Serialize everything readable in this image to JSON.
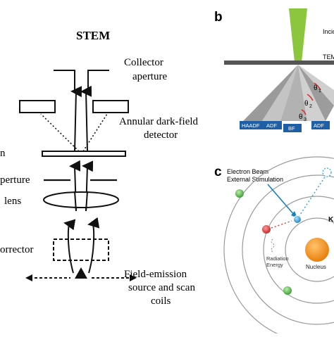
{
  "panel_a": {
    "title": "STEM",
    "labels": {
      "collector": [
        "Collector",
        "aperture"
      ],
      "adf": [
        "Annular dark-field",
        "detector"
      ],
      "left_specimen": "n",
      "left_aperture": "perture",
      "left_lens": "lens",
      "left_corrector": "orrector",
      "source": [
        "Field-emission",
        "source and scan",
        "coils"
      ]
    }
  },
  "panel_b": {
    "letter": "b",
    "incident_text": "Incid",
    "tem_text": "TEM",
    "detectors": {
      "haadf": "HAADF",
      "adf_left": "ADF",
      "bf": "BF",
      "adf_right": "ADF"
    },
    "angles": {
      "theta1": "θ",
      "theta1_sub": "1",
      "theta2": "θ",
      "theta2_sub": "2",
      "theta3": "θ",
      "theta3_sub": "3"
    },
    "colors": {
      "beam": "#8cc63f",
      "detector": "#1f5fa8",
      "cone_dark": "#8a8a8a",
      "cone_light": "#c8c8c8"
    }
  },
  "panel_c": {
    "letter": "c",
    "beam_text": [
      "Electron Beam",
      "External Stimulation"
    ],
    "radiation_text": [
      "Radiation",
      "Energy"
    ],
    "nucleus_text": "Nucleus",
    "k_text": "K",
    "colors": {
      "nucleus": "#f5921e",
      "green": "#5cb85c",
      "red": "#e53935",
      "blue": "#29a3d8"
    }
  }
}
